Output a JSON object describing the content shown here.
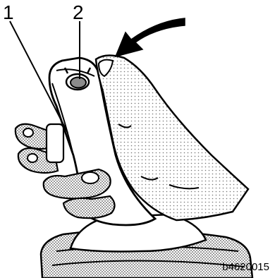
{
  "callouts": {
    "one": "1",
    "two": "2"
  },
  "figure_code": "b4620015",
  "colors": {
    "ink": "#000000",
    "paper": "#ffffff",
    "shade": "#8c8c8c"
  }
}
